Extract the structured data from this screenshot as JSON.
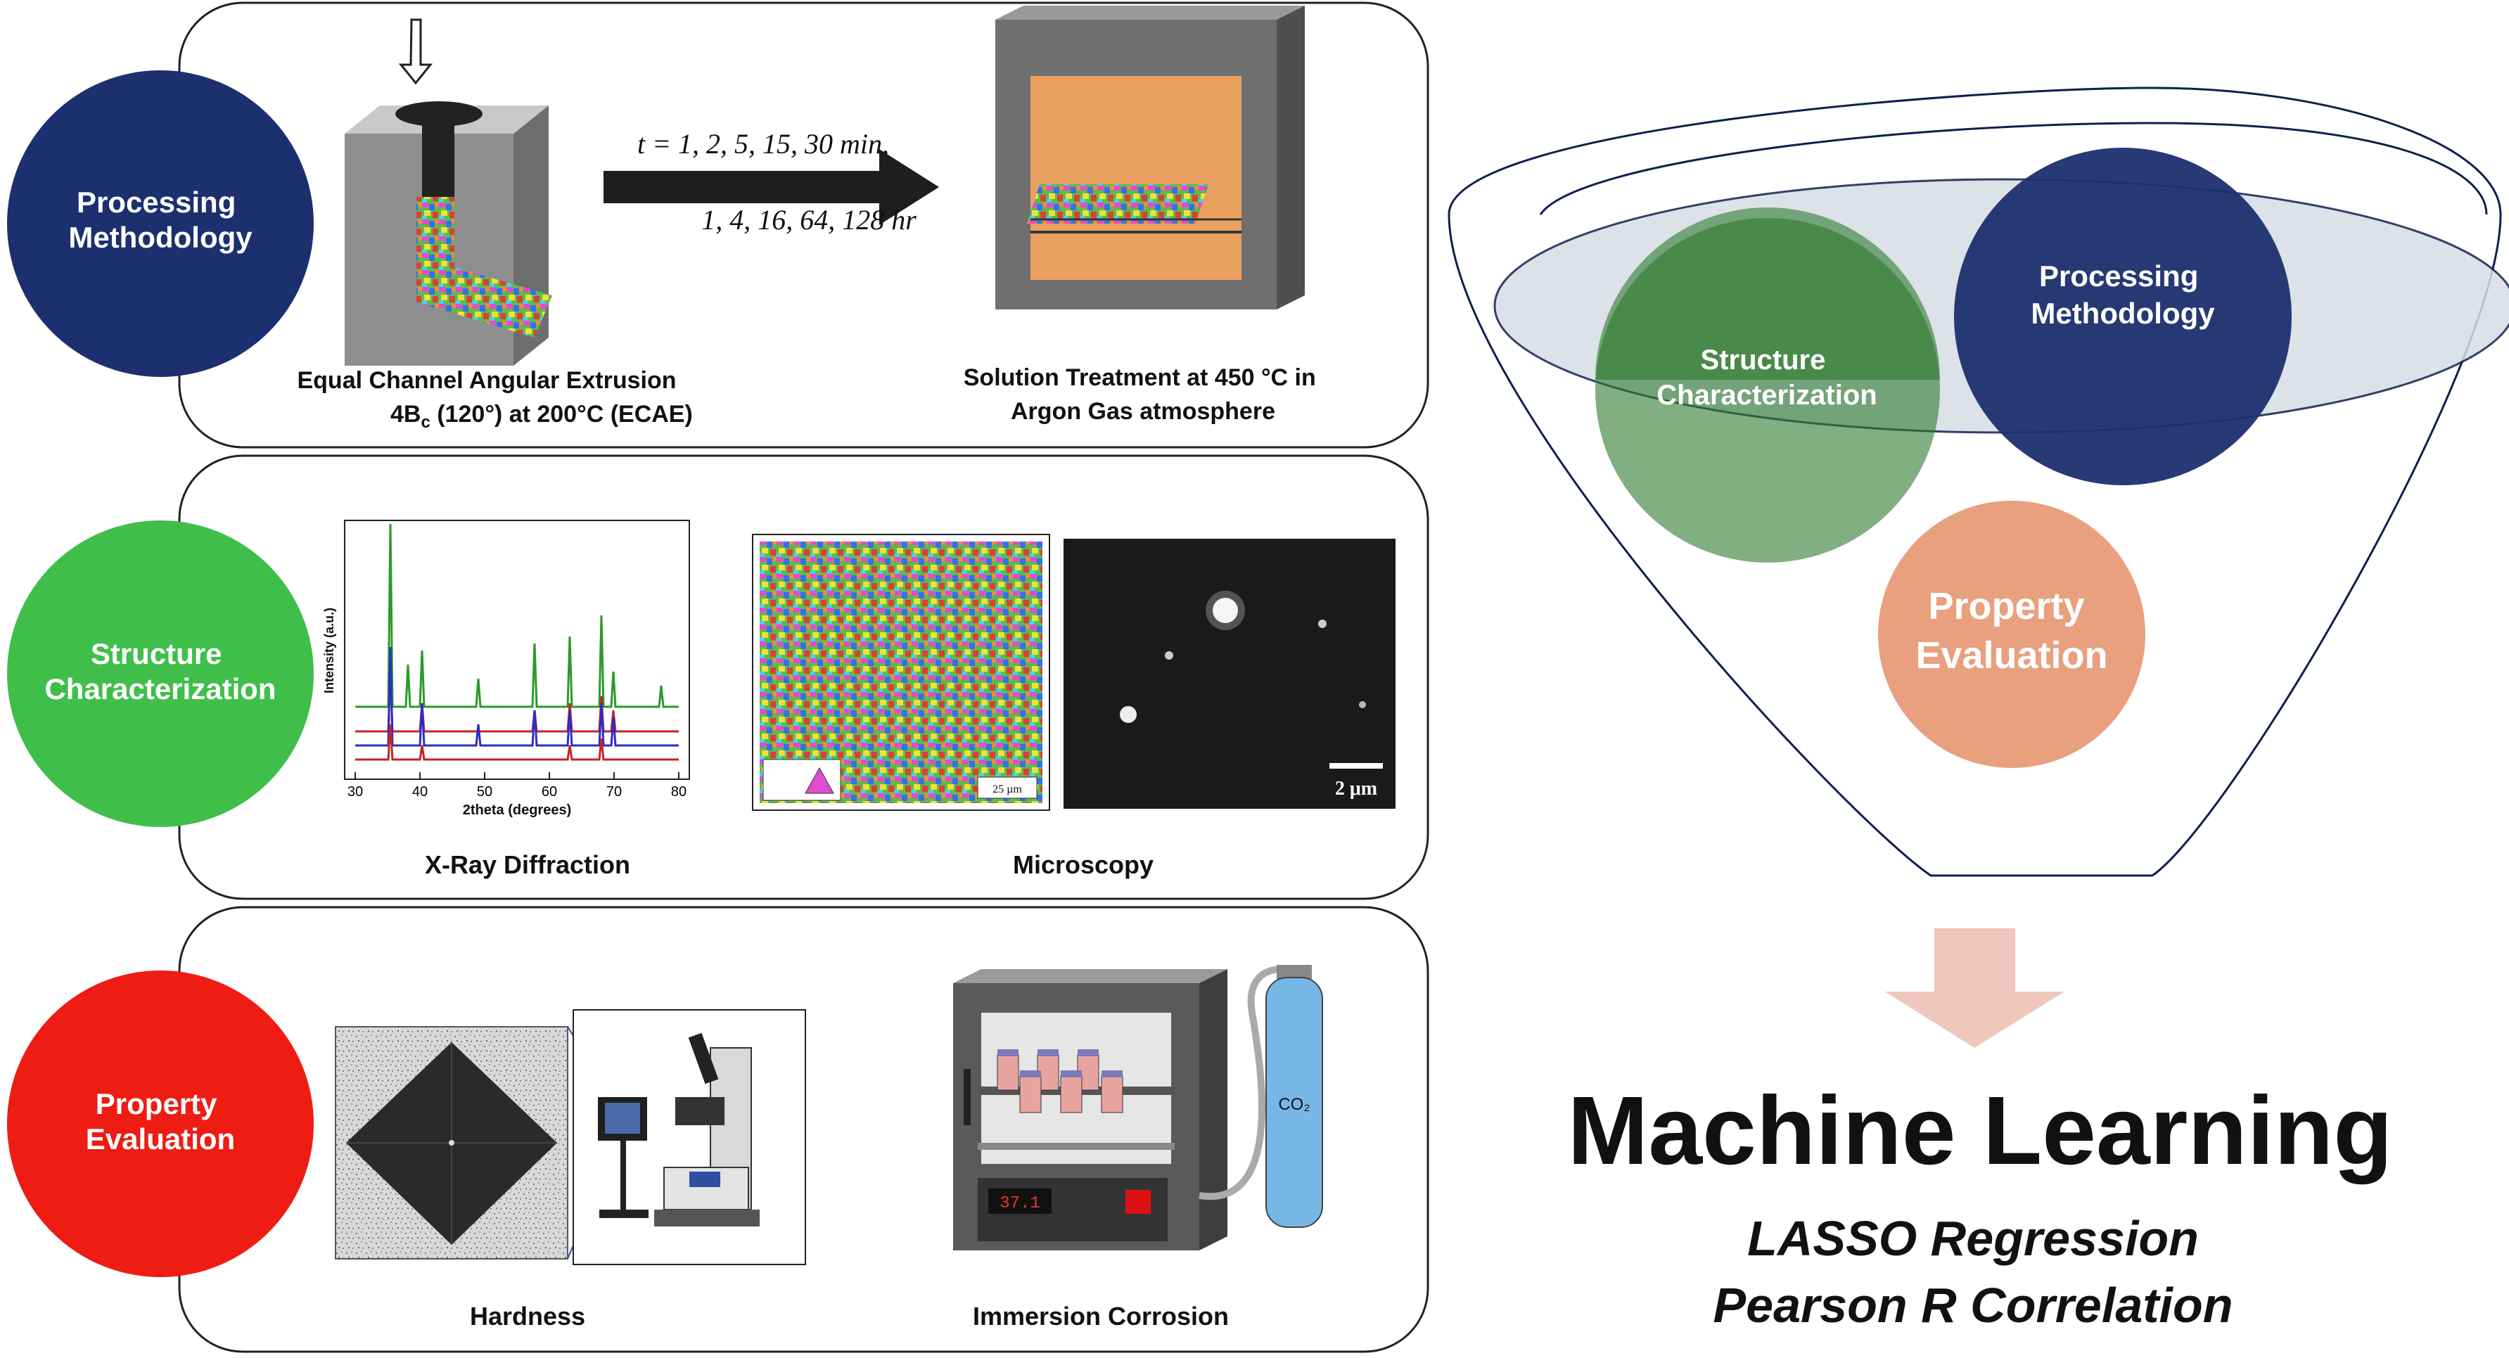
{
  "rows": [
    {
      "circle_label": [
        "Processing",
        "Methodology"
      ],
      "circle_color": "#1c2f6e",
      "captions": {
        "left": [
          "Equal Channel Angular Extrusion",
          "4B",
          "c",
          " (120°) at 200°C (ECAE)"
        ],
        "right": [
          "Solution Treatment at 450 °C in",
          "Argon Gas atmosphere"
        ]
      },
      "arrow_text": [
        "t = 1, 2, 5, 15, 30 min,",
        "1, 4, 16, 64, 128 hr"
      ]
    },
    {
      "circle_label": [
        "Structure",
        "Characterization"
      ],
      "circle_color": "#3fbf4a",
      "captions": {
        "left": "X-Ray Diffraction",
        "right": "Microscopy"
      },
      "xrd": {
        "ylabel": "Intensity (a.u.)",
        "xlabel": "2theta (degrees)",
        "xticks": [
          "30",
          "40",
          "50",
          "60",
          "70",
          "80"
        ]
      },
      "micro": {
        "scalebar_left": "25 µm",
        "scalebar_right": "2 μm"
      }
    },
    {
      "circle_label": [
        "Property",
        "Evaluation"
      ],
      "circle_color": "#ee1c13",
      "captions": {
        "left": "Hardness",
        "right": "Immersion Corrosion"
      },
      "gas_label": "CO₂",
      "display": "37.1"
    }
  ],
  "funnel": {
    "circles": [
      {
        "label": [
          "Structure",
          "Characterization"
        ],
        "color": "#2d7a2d"
      },
      {
        "label": [
          "Processing",
          "Methodology"
        ],
        "color": "#1c2f6e"
      },
      {
        "label": [
          "Property",
          "Evaluation"
        ],
        "color": "#e8a07f"
      }
    ]
  },
  "output": {
    "title": "Machine Learning",
    "methods": [
      "LASSO Regression",
      "Pearson R Correlation"
    ]
  }
}
